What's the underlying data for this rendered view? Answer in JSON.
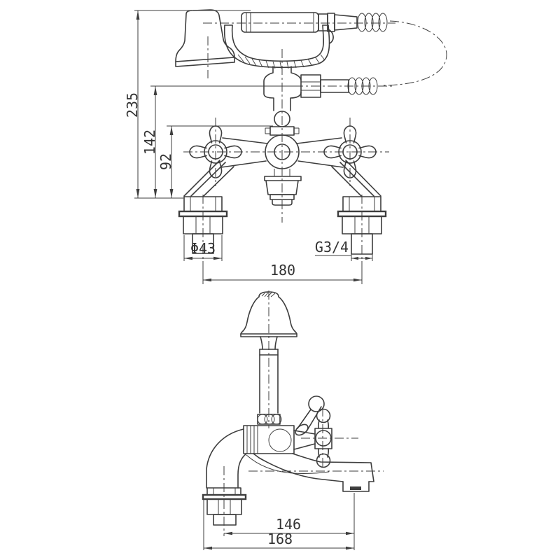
{
  "drawing": {
    "subject": "bath-shower-mixer-technical-drawing",
    "views": {
      "front": "front elevation with handset and cradle",
      "side": "side elevation with bath spout"
    },
    "colors": {
      "line": "#3d3d3d",
      "background": "#ffffff",
      "text": "#333333"
    },
    "dimensions": {
      "overall_height": "235",
      "hose_outlet_height": "142",
      "body_height": "92",
      "base_diameter": "Φ43",
      "inlet_thread": "G3/4",
      "inlet_centres": "180",
      "spout_reach_from_centre": "146",
      "overall_depth": "168"
    }
  }
}
